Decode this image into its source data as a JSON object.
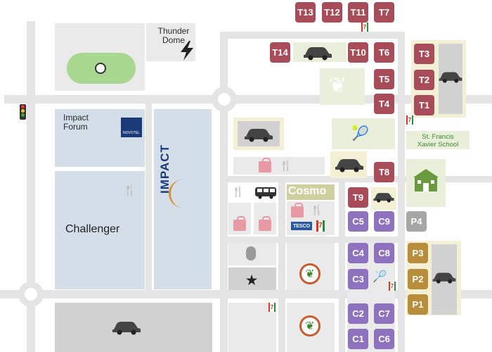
{
  "venues": {
    "thunder_dome": "Thunder\nDome",
    "impact_forum": "Impact\nForum",
    "novotel": "NOVOTEL",
    "challenger": "Challenger",
    "impact_logo": "IMPACT",
    "cosmo": "Cosmo",
    "tesco": "TESCO",
    "school": "St. Francis\nXavier School"
  },
  "parking_tags": {
    "red": [
      "T13",
      "T12",
      "T11",
      "T7",
      "T14",
      "T10",
      "T6",
      "T3",
      "T5",
      "T2",
      "T4",
      "T1",
      "T8",
      "T9"
    ],
    "purple": [
      "C5",
      "C9",
      "C4",
      "C8",
      "C3",
      "C2",
      "C7",
      "C1",
      "C6"
    ],
    "gray": [
      "P4"
    ],
    "brown": [
      "P3",
      "P2",
      "P1"
    ]
  },
  "colors": {
    "road": "#e4e4e4",
    "tag_red": "#a94c5a",
    "tag_purple": "#8f72bf",
    "tag_brown": "#b88d3c",
    "tag_gray": "#a6a6a6",
    "school_green": "#3a8a2e"
  },
  "icons": [
    "soccer-ball-icon",
    "lightning-icon",
    "car-icon",
    "tree-icon",
    "tennis-icon",
    "fork-knife-icon",
    "bus-icon",
    "shopping-bag-icon",
    "seven-eleven-icon",
    "school-icon",
    "traffic-light-icon",
    "star-icon",
    "thai-leaf-icon"
  ]
}
